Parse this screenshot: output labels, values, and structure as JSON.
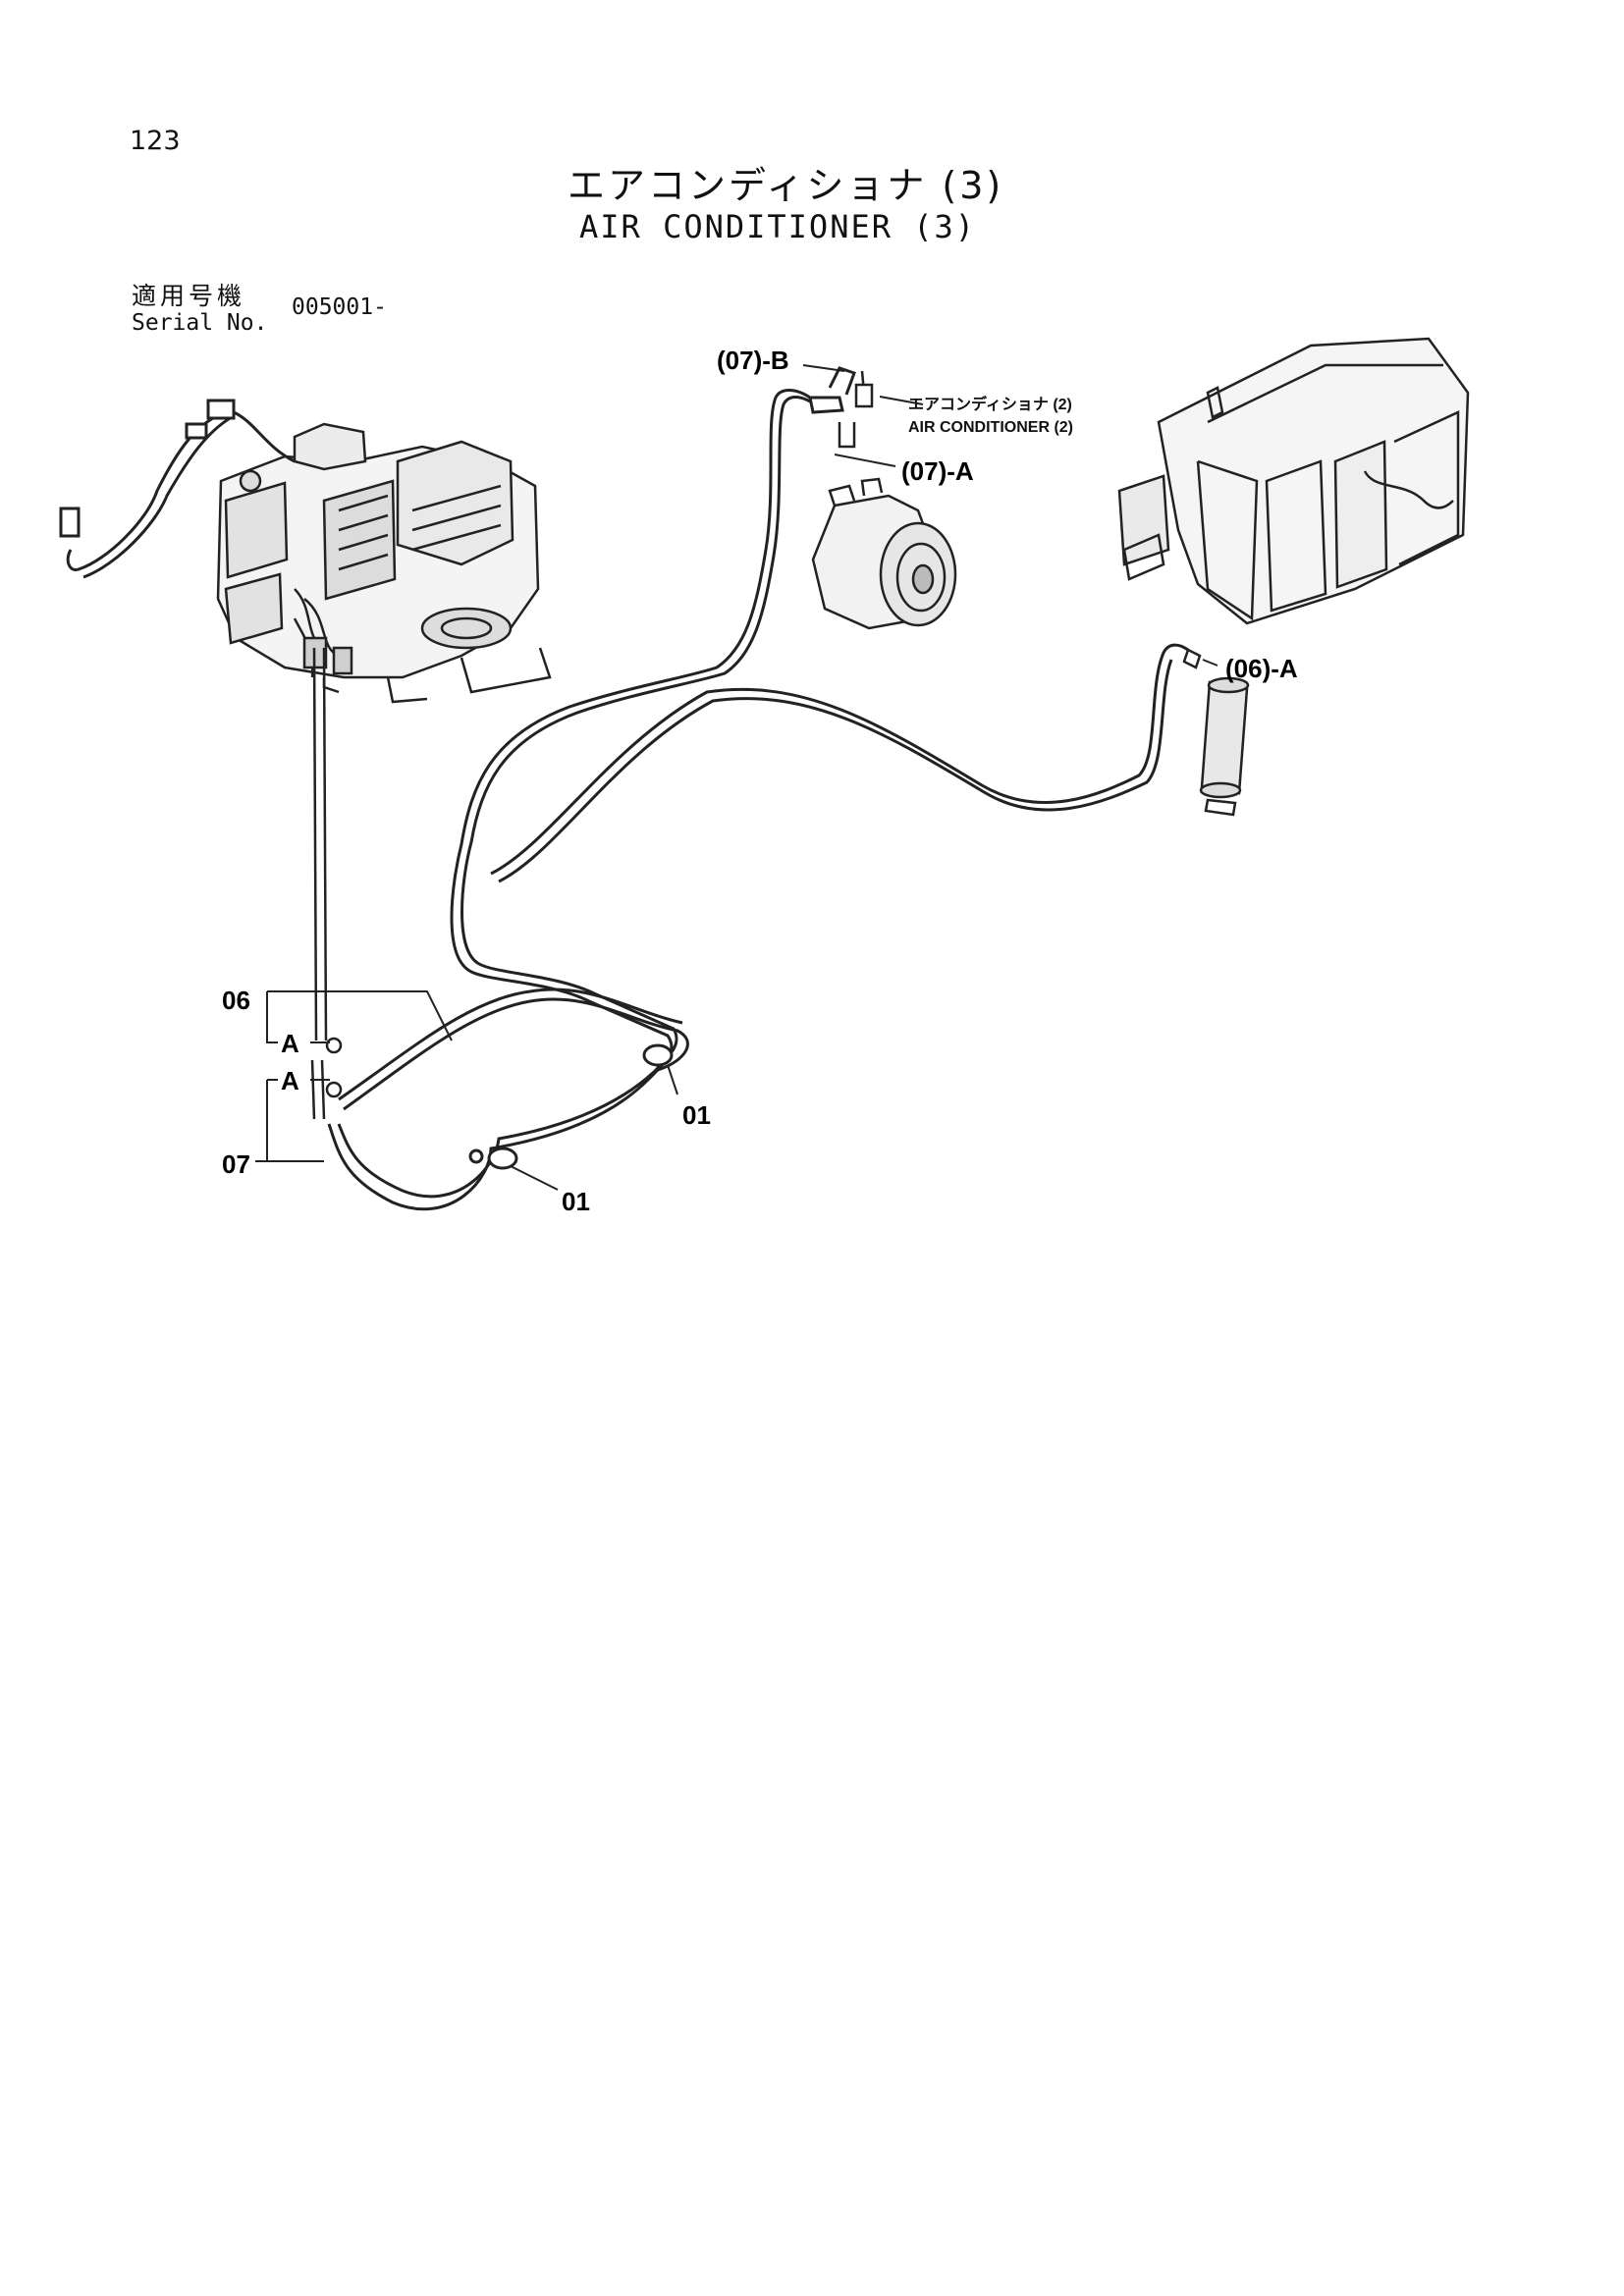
{
  "page": {
    "number": "123",
    "title_jp": "エアコンディショナ (3)",
    "title_en": "AIR CONDITIONER (3)"
  },
  "serial": {
    "label_jp": "適用号機",
    "label_en": "Serial No.",
    "value": "005001-"
  },
  "reference": {
    "line1": "エアコンディショナ (2)",
    "line2": "AIR CONDITIONER (2)"
  },
  "callouts": {
    "c07b": "(07)-B",
    "c07a": "(07)-A",
    "c06a": "(06)-A",
    "p06": "06",
    "a_upper": "A",
    "a_lower": "A",
    "p07": "07",
    "p01_upper": "01",
    "p01_lower": "01"
  }
}
